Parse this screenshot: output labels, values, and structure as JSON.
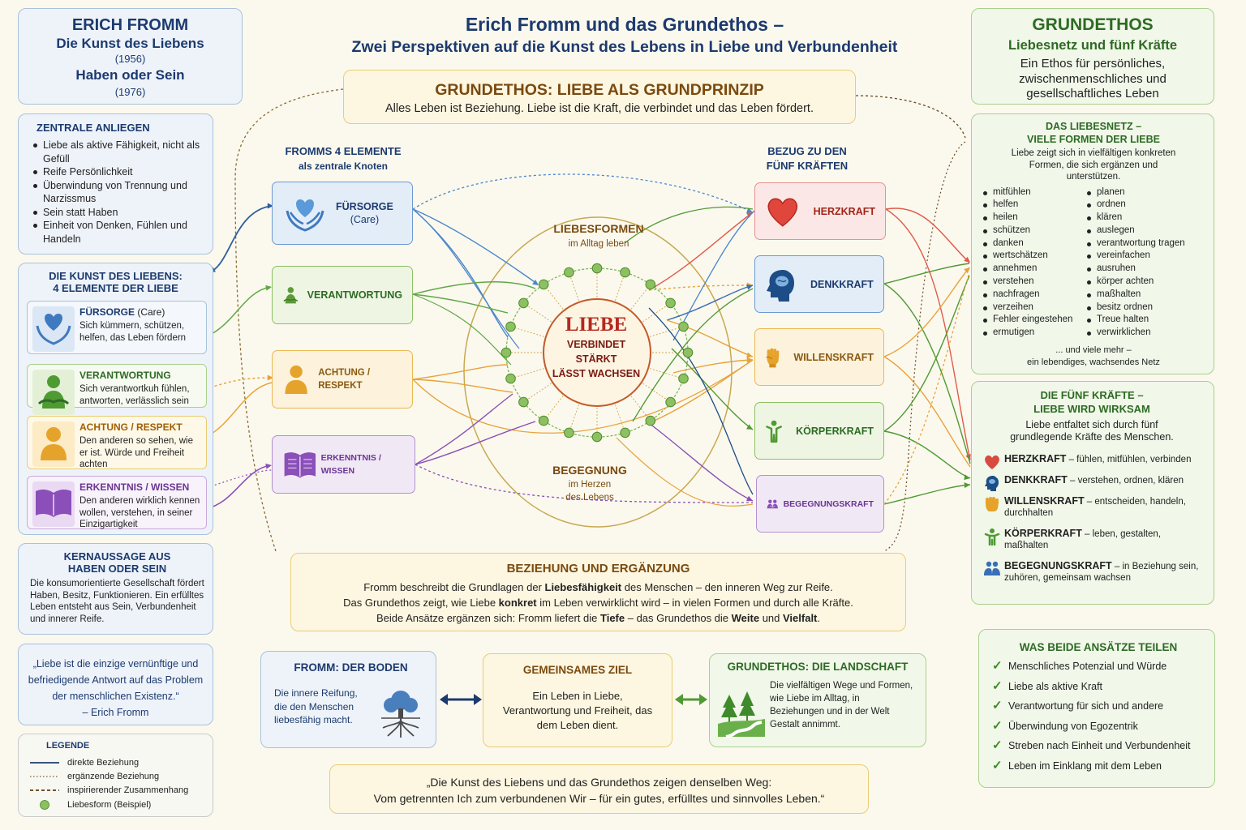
{
  "title": {
    "line1": "Erich Fromm und das Grundethos –",
    "line2": "Zwei Perspektiven auf die Kunst des Lebens in Liebe und Verbundenheit"
  },
  "fromm_header": {
    "name": "ERICH FROMM",
    "book1": "Die Kunst des Liebens",
    "year1": "(1956)",
    "book2": "Haben oder Sein",
    "year2": "(1976)"
  },
  "anliegen": {
    "title": "ZENTRALE ANLIEGEN",
    "items": [
      "Liebe als aktive Fähigkeit, nicht als Gefüll",
      "Reife Persönlichkeit",
      "Überwindung von Trennung und Narzissmus",
      "Sein statt Haben",
      "Einheit von Denken, Fühlen und Handeln"
    ]
  },
  "kunst": {
    "title1": "DIE KUNST DES LIEBENS:",
    "title2": "4 ELEMENTE DER LIEBE",
    "elements": [
      {
        "title": "FÜRSORGE",
        "suffix": " (Care)",
        "desc": "Sich kümmern, schützen, helfen, das Leben fördern"
      },
      {
        "title": "VERANTWORTUNG",
        "suffix": "",
        "desc": "Sich verantwortkuh fühlen, antworten, verlässlich sein"
      },
      {
        "title": "ACHTUNG / RESPEKT",
        "suffix": "",
        "desc": "Den anderen so sehen, wie er ist. Würde und Freiheit achten"
      },
      {
        "title": "ERKENNTNIS / WISSEN",
        "suffix": "",
        "desc": "Den anderen wirklich kennen wollen, verstehen, in seiner Einzigartigkeit"
      }
    ]
  },
  "kernaussage": {
    "title1": "KERNAUSSAGE AUS",
    "title2": "HABEN ODER SEIN",
    "text": "Die konsumorientierte Gesellschaft fördert Haben, Besitz, Funktionieren. Ein erfülltes Leben entsteht aus Sein, Verbundenheit und innerer Reife."
  },
  "quote_fromm": {
    "text": "„Liebe ist die einzige vernünftige und befriedigende Antwort auf das Problem der menschlichen Existenz.“",
    "author": "– Erich Fromm"
  },
  "legend": {
    "title": "LEGENDE",
    "items": [
      "direkte Beziehung",
      "ergänzende Beziehung",
      "inspirierender Zusammenhang",
      "Liebesform (Beispiel)"
    ]
  },
  "grundprinzip": {
    "title": "GRUNDETHOS: LIEBE ALS GRUNDPRINZIP",
    "text": "Alles Leben ist Beziehung. Liebe ist die Kraft, die verbindet und das Leben fördert."
  },
  "col_left_head": {
    "line1": "FROMMS 4 ELEMENTE",
    "line2": "als zentrale Knoten"
  },
  "col_right_head": {
    "line1": "BEZUG ZU DEN",
    "line2": "FÜNF KRÄFTEN"
  },
  "fromm_nodes": [
    {
      "label": "FÜRSORGE",
      "sub": "(Care)"
    },
    {
      "label": "VERANTWORTUNG",
      "sub": ""
    },
    {
      "label": "ACHTUNG / RESPEKT",
      "sub": ""
    },
    {
      "label": "ERKENNTNIS / WISSEN",
      "sub": ""
    }
  ],
  "force_nodes": [
    "HERZKRAFT",
    "DENKKRAFT",
    "WILLENSKRAFT",
    "KÖRPERKRAFT",
    "BEGEGNUNGSKRAFT"
  ],
  "center": {
    "top_title": "LIEBESFORMEN",
    "top_sub": "im Alltag leben",
    "word": "LIEBE",
    "l1": "VERBINDET",
    "l2": "STÄRKT",
    "l3": "LÄSST WACHSEN",
    "bottom_title": "BEGEGNUNG",
    "bottom_sub1": "im Herzen",
    "bottom_sub2": "des Lebens"
  },
  "beziehung": {
    "title": "BEZIEHUNG UND ERGÄNZUNG",
    "l1a": "Fromm beschreibt die Grundlagen der ",
    "l1b": "Liebesfähigkeit",
    "l1c": " des Menschen – den inneren Weg zur Reife.",
    "l2a": "Das Grundethos zeigt, wie Liebe ",
    "l2b": "konkret",
    "l2c": " im Leben verwirklicht wird – in vielen Formen und durch alle Kräfte.",
    "l3a": "Beide Ansätze ergänzen sich: Fromm liefert die ",
    "l3b": "Tiefe",
    "l3c": " – das Grundethos die ",
    "l3d": "Weite",
    "l3e": " und ",
    "l3f": "Vielfalt",
    "l3g": "."
  },
  "boden": {
    "title": "FROMM: DER BODEN",
    "text": "Die innere Reifung, die den Menschen liebesfähig macht."
  },
  "ziel": {
    "title": "GEMEINSAMES ZIEL",
    "text": "Ein Leben in Liebe, Verantwortung und Freiheit, das dem Leben dient."
  },
  "landschaft": {
    "title": "GRUNDETHOS: DIE LANDSCHAFT",
    "text": "Die vielfältigen Wege und Formen, wie Liebe im Alltag, in Beziehungen und in der Welt Gestalt annimmt."
  },
  "final_quote": {
    "l1": "„Die Kunst des Liebens und das Grundethos zeigen denselben Weg:",
    "l2": "Vom getrennten Ich zum verbundenen Wir – für ein gutes, erfülltes und sinnvolles Leben.“"
  },
  "ge_header": {
    "title": "GRUNDETHOS",
    "sub": "Liebesnetz und fünf Kräfte",
    "text": "Ein Ethos für persönliches, zwischenmenschliches und gesellschaftliches Leben"
  },
  "liebesnetz": {
    "title1": "DAS LIEBESNETZ –",
    "title2": "VIELE FORMEN DER LIEBE",
    "intro": "Liebe zeigt sich in vielfältigen konkreten Formen, die sich ergänzen und unterstützen.",
    "col1": [
      "mitfühlen",
      "helfen",
      "heilen",
      "schützen",
      "danken",
      "wertschätzen",
      "annehmen",
      "verstehen",
      "nachfragen",
      "verzeihen",
      "Fehler eingestehen",
      "ermutigen"
    ],
    "col2": [
      "planen",
      "ordnen",
      "klären",
      "auslegen",
      "verantwortung tragen",
      "vereinfachen",
      "ausruhen",
      "körper achten",
      "maßhalten",
      "besitz ordnen",
      "Treue halten",
      "verwirklichen"
    ],
    "more1": "... und viele mehr –",
    "more2": "ein lebendiges, wachsendes Netz"
  },
  "kraefte": {
    "title1": "DIE FÜNF KRÄFTE –",
    "title2": "LIEBE WIRD WIRKSAM",
    "intro": "Liebe entfaltet sich durch fünf grundlegende Kräfte des Menschen.",
    "items": [
      {
        "name": "HERZKRAFT",
        "desc": " – fühlen, mitfühlen, verbinden"
      },
      {
        "name": "DENKKRAFT",
        "desc": " – verstehen, ordnen, klären"
      },
      {
        "name": "WILLENSKRAFT",
        "desc": " – entscheiden, handeln, durchhalten"
      },
      {
        "name": "KÖRPERKRAFT",
        "desc": " – leben, gestalten, maßhalten"
      },
      {
        "name": "BEGEGNUNGSKRAFT",
        "desc": " – in Beziehung sein, zuhören, gemeinsam wachsen"
      }
    ]
  },
  "teilen": {
    "title": "WAS BEIDE ANSÄTZE TEILEN",
    "items": [
      "Menschliches Potenzial und Würde",
      "Liebe als aktive Kraft",
      "Verantwortung für sich und andere",
      "Überwindung von Egozentrik",
      "Streben nach Einheit und Verbundenheit",
      "Leben im Einklang mit dem Leben"
    ]
  },
  "colors": {
    "navy": "#1c3a6e",
    "blue": "#3a6fb5",
    "green": "#4f9a33",
    "orange": "#e8a23a",
    "purple": "#8a4fb8",
    "red": "#d94a3f",
    "liebe_red": "#b5281e"
  }
}
